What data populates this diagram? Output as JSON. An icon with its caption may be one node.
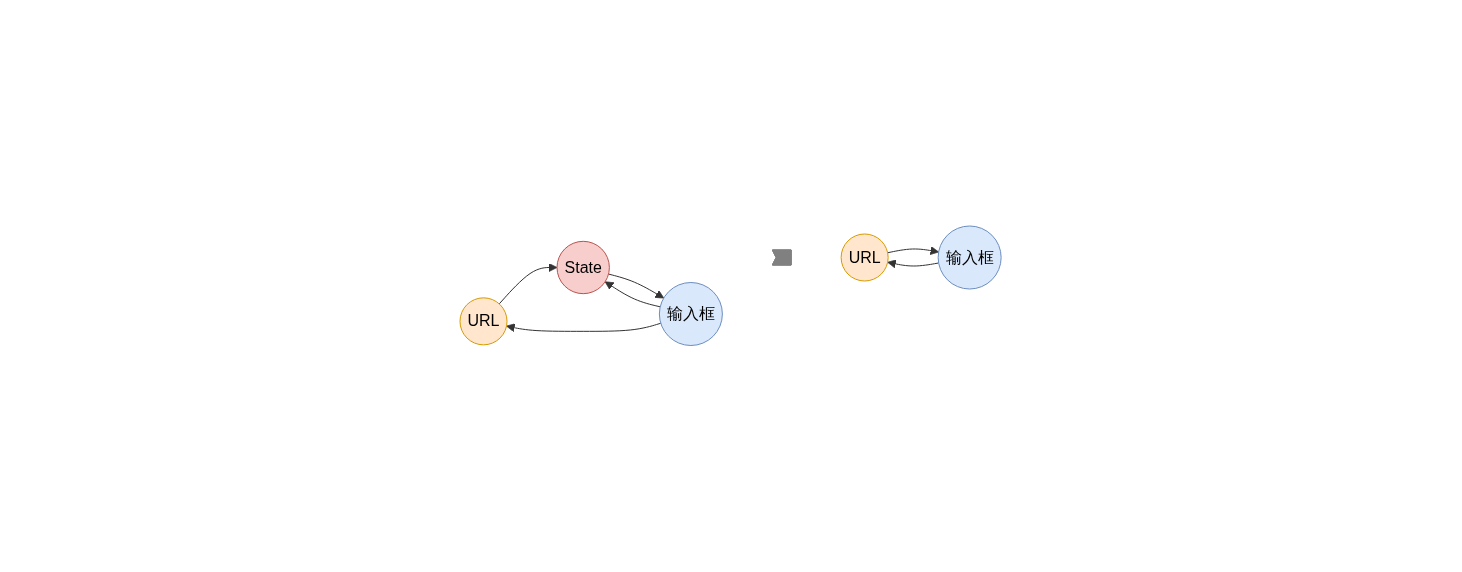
{
  "diagram": {
    "nodes": [
      {
        "text": [
          "URL"
        ]
      },
      {
        "text": [
          "State"
        ]
      },
      {
        "text": [
          "输入框"
        ]
      },
      {
        "text": [],
        "shape": "arrow"
      },
      {
        "text": [
          "URL"
        ]
      },
      {
        "text": [
          "输入框"
        ]
      }
    ],
    "edges": [
      {
        "from": 0,
        "to": 1,
        "arrow": "to"
      },
      {
        "from": 1,
        "to": 2,
        "arrow": "to"
      },
      {
        "from": 2,
        "to": 1,
        "arrow": "to"
      },
      {
        "from": 2,
        "to": 0,
        "arrow": "to"
      },
      {
        "from": 4,
        "to": 5,
        "arrow": "to"
      },
      {
        "from": 5,
        "to": 4,
        "arrow": "to"
      }
    ]
  }
}
